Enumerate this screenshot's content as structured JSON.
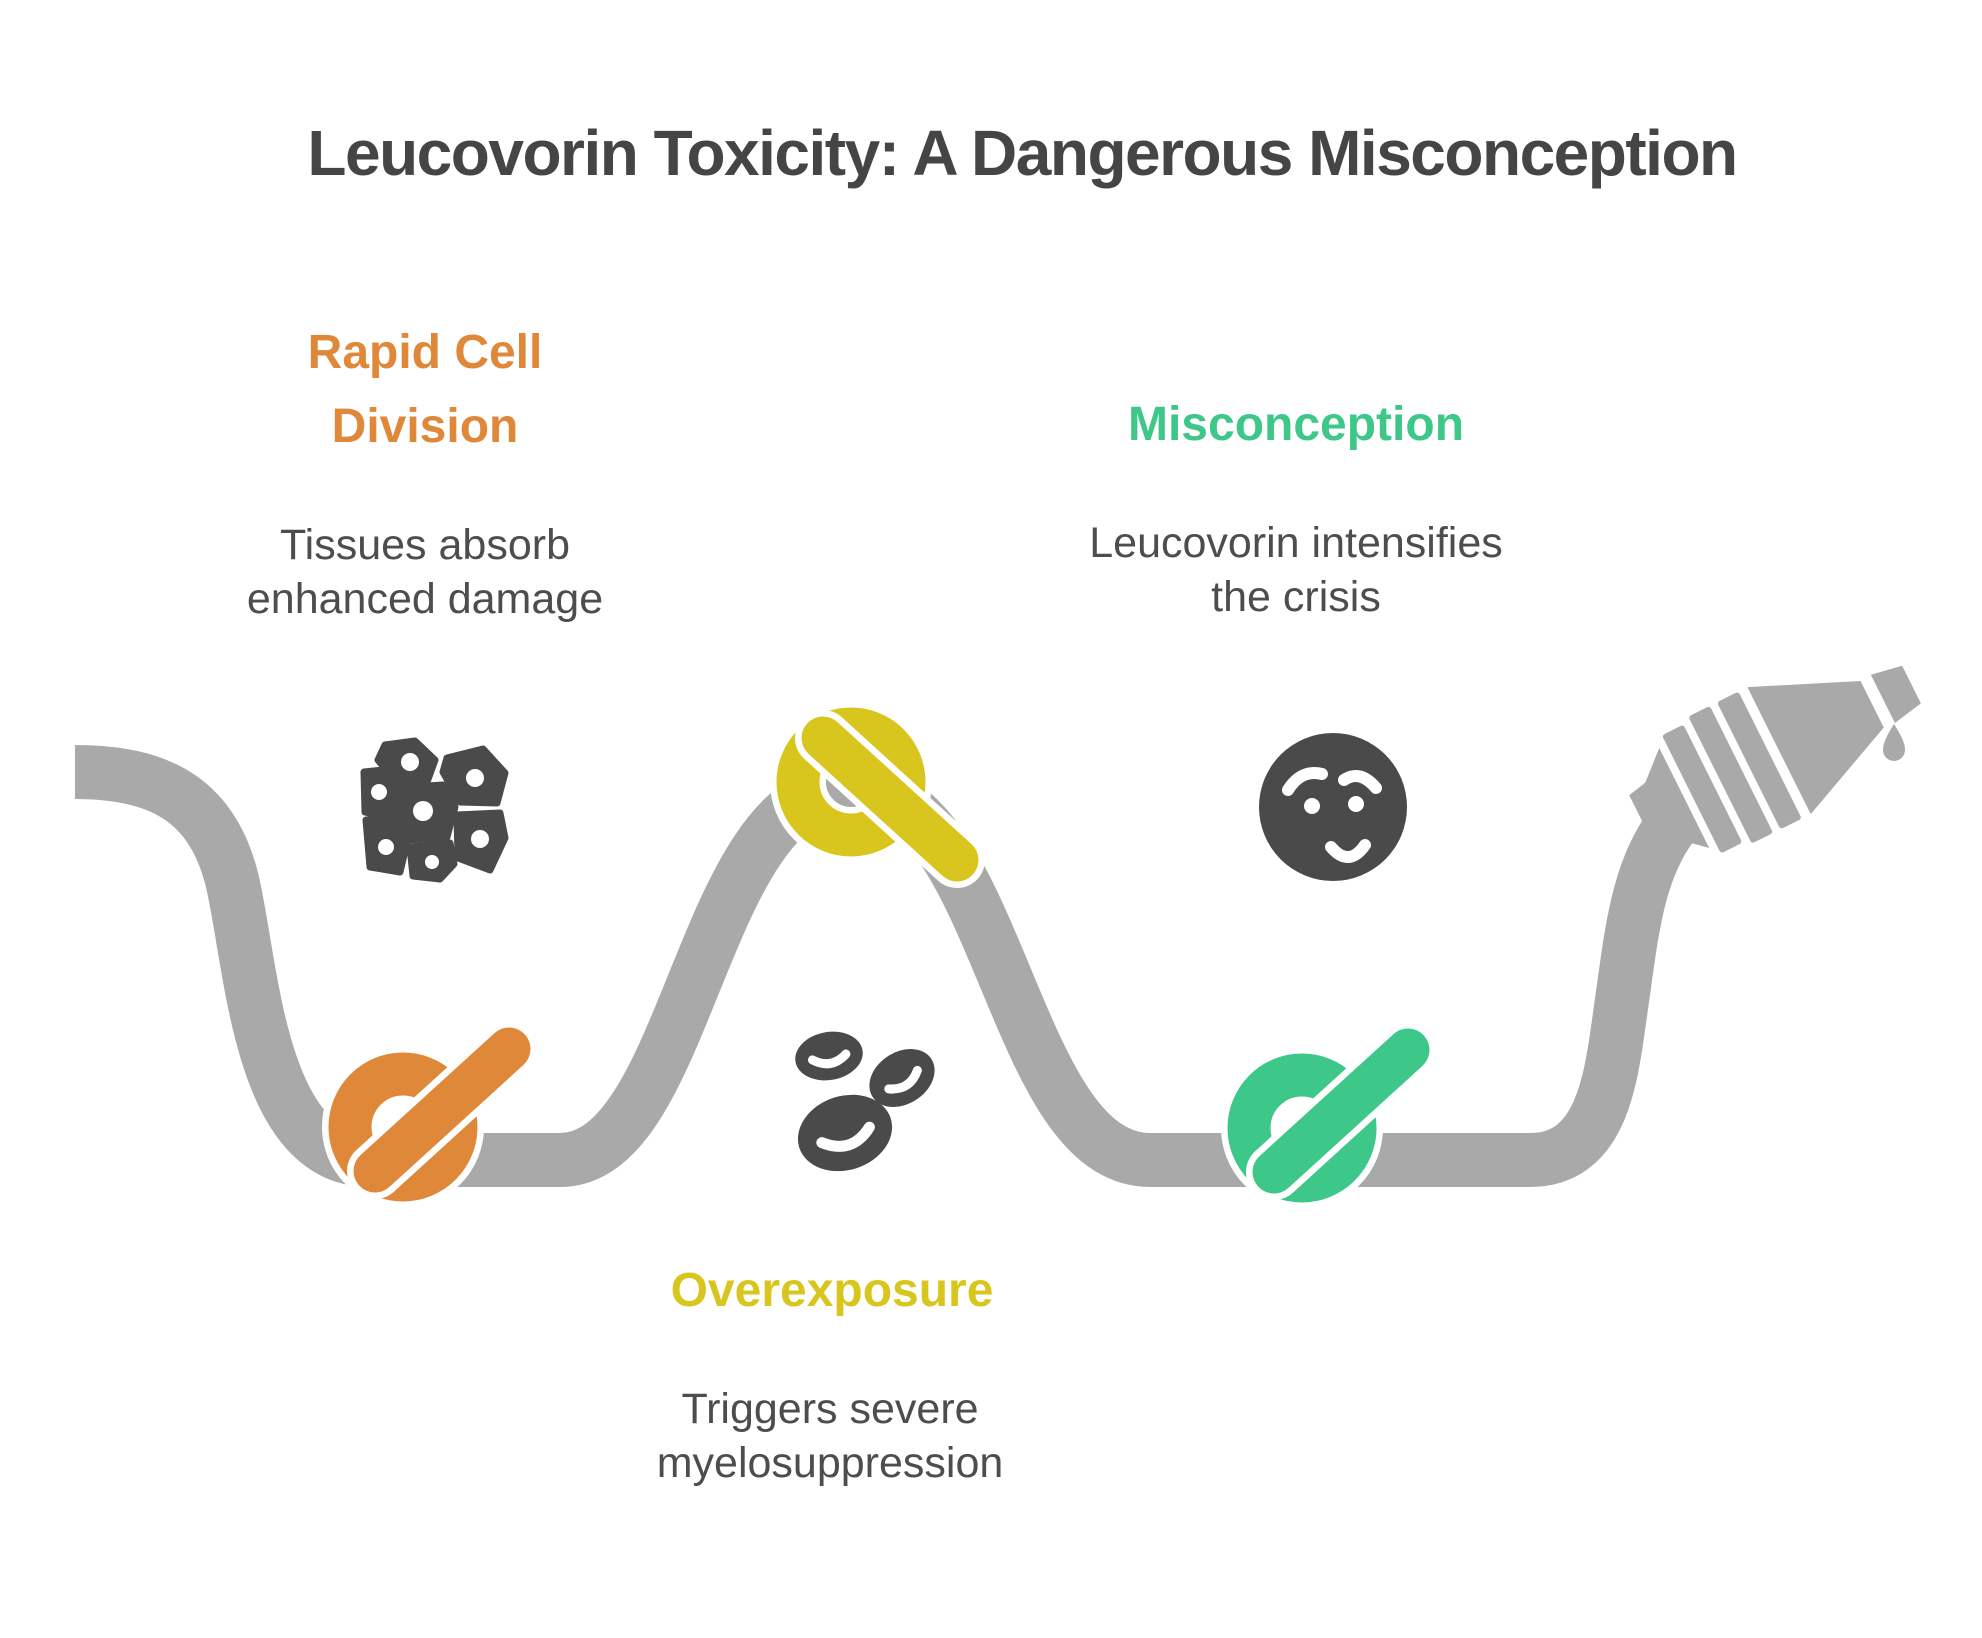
{
  "title": "Leucovorin Toxicity: A Dangerous Misconception",
  "steps": [
    {
      "name": "rapid-cell-division",
      "label_line1": "Rapid Cell",
      "label_line2": "Division",
      "desc_line1": "Tissues absorb",
      "desc_line2": "enhanced damage",
      "icon": "cell-cluster-icon",
      "knot": "orange-knot"
    },
    {
      "name": "overexposure",
      "label_line1": "Overexposure",
      "label_line2": "",
      "desc_line1": "Triggers severe",
      "desc_line2": "myelosuppression",
      "icon": "blood-cells-icon",
      "knot": "yellow-knot"
    },
    {
      "name": "misconception",
      "label_line1": "Misconception",
      "label_line2": "",
      "desc_line1": "Leucovorin intensifies",
      "desc_line2": "the crisis",
      "icon": "worried-face-icon",
      "knot": "green-knot"
    }
  ],
  "graphic": {
    "rope_icon": "knotted-rope",
    "end_icon": "dropper-nozzle-icon",
    "drip_icon": "droplet-icon"
  },
  "colors": {
    "bg": "#FFFFFF",
    "title": "#454545",
    "body": "#4D4D4D",
    "orange": "#E0883A",
    "yellow": "#D8C61E",
    "green": "#3DC788",
    "rope": "#A9A9A9",
    "ink": "#4A4A4A"
  }
}
